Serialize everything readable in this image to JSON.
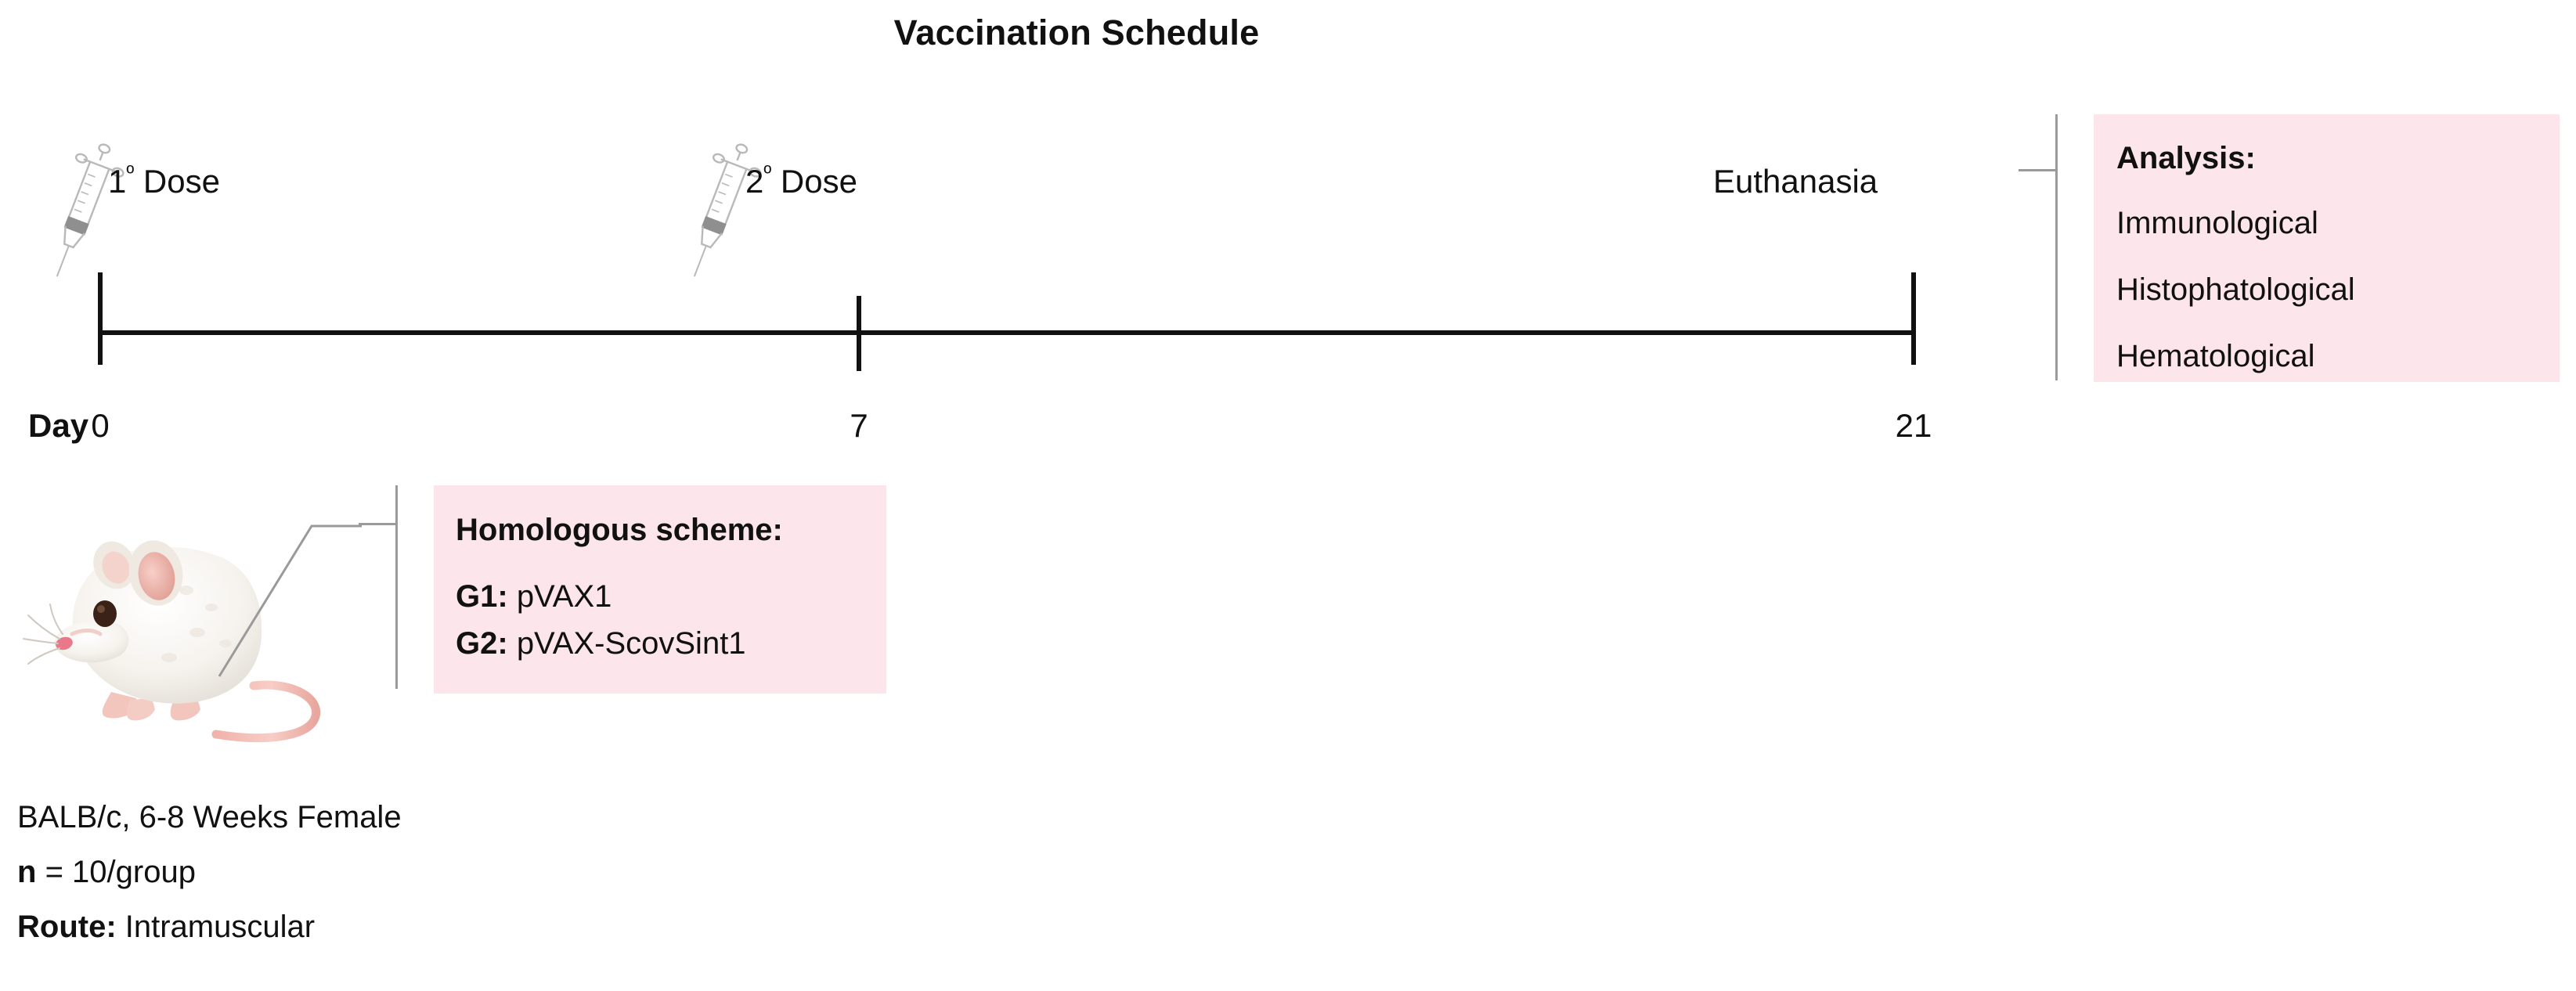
{
  "figure": {
    "title": "Vaccination Schedule"
  },
  "timeline": {
    "day_label": "Day",
    "events": [
      {
        "label": "1º Dose",
        "icon": "syringe-icon",
        "day": "0"
      },
      {
        "label": "2º Dose",
        "icon": "syringe-icon",
        "day": "7"
      },
      {
        "label": "Euthanasia",
        "icon": "",
        "day": "21"
      }
    ],
    "day_ticks": [
      "0",
      "7",
      "21"
    ]
  },
  "analysis_box": {
    "heading": "Analysis:",
    "items": [
      "Immunological",
      "Histophatological",
      "Hematological"
    ]
  },
  "scheme_box": {
    "heading": "Homologous scheme:",
    "groups": [
      {
        "id": "G1:",
        "treatment": "pVAX1"
      },
      {
        "id": "G2:",
        "treatment": "pVAX-ScovSint1"
      }
    ]
  },
  "animal": {
    "icon": "mouse-icon",
    "strain_line": "BALB/c, 6-8 Weeks Female",
    "n_label": "n",
    "n_value": "= 10/group",
    "route_label": "Route:",
    "route_value": "Intramuscular"
  },
  "chart_data": {
    "type": "timeline",
    "title": "Vaccination Schedule",
    "xlabel": "Day",
    "x": [
      0,
      7,
      21
    ],
    "tick_labels": [
      "0",
      "7",
      "21"
    ],
    "events": [
      {
        "day": 0,
        "label": "1º Dose",
        "marker": "syringe"
      },
      {
        "day": 7,
        "label": "2º Dose",
        "marker": "syringe"
      },
      {
        "day": 21,
        "label": "Euthanasia",
        "marker": "tick"
      }
    ],
    "xlim": [
      0,
      21
    ],
    "grid": false,
    "annotations": [
      "Analysis: Immunological, Histophatological, Hematological",
      "Homologous scheme: G1: pVAX1; G2: pVAX-ScovSint1",
      "BALB/c, 6-8 Weeks Female; n = 10/group; Route: Intramuscular"
    ]
  },
  "colors": {
    "box_pink": "#fce6ec",
    "axis_black": "#111111",
    "bracket_grey": "#9a9a9a"
  }
}
